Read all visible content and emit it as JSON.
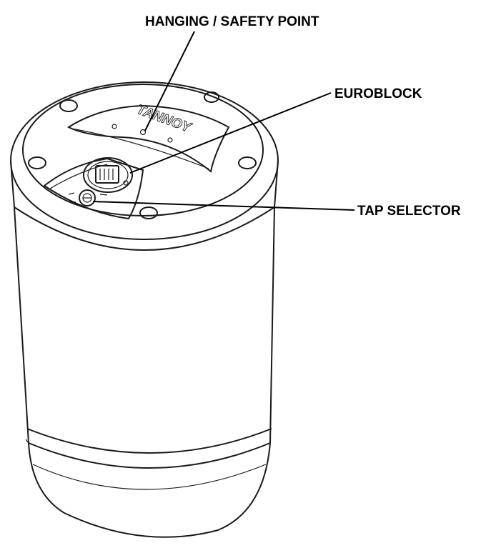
{
  "callouts": {
    "hanging": "HANGING / SAFETY POINT",
    "euroblock": "EUROBLOCK",
    "tap_selector": "TAP SELECTOR"
  },
  "brand": {
    "logo_text": "TANNOY"
  },
  "colors": {
    "line": "#1a1a1a",
    "background": "#ffffff"
  }
}
